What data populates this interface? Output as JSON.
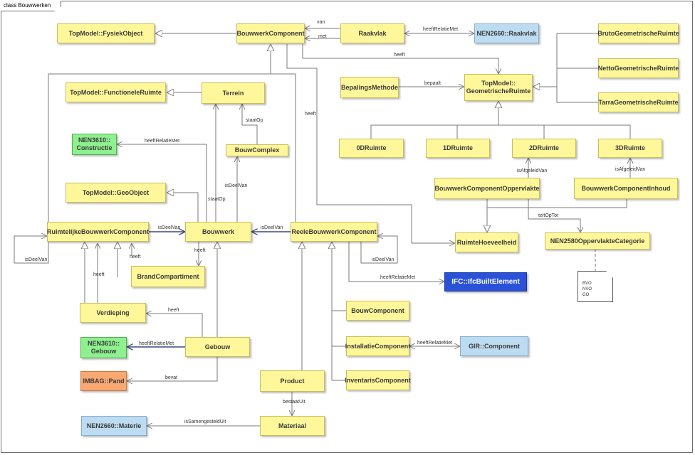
{
  "frame": {
    "title": "class Bouwwerken"
  },
  "classes": {
    "fysiek_object": "TopModel::FysiekObject",
    "bouwwerk_component": "BouwwerkComponent",
    "raakvlak": "Raakvlak",
    "nen2660_raakvlak": "NEN2660::Raakvlak",
    "bruto": "BrutoGeometrischeRuimte",
    "netto": "NettoGeometrischeRuimte",
    "tarra": "TarraGeometrischeRuimte",
    "functionele_ruimte": "TopModel::FunctioneleRuimte",
    "terrein": "Terrein",
    "bepalings_methode": "BepalingsMethode",
    "geometrische_ruimte": "TopModel::\nGeometrischeRuimte",
    "nen3610_constructie": "NEN3610::\nConstructie",
    "bouwcomplex": "BouwComplex",
    "ruimte_0d": "0DRuimte",
    "ruimte_1d": "1DRuimte",
    "ruimte_2d": "2DRuimte",
    "ruimte_3d": "3DRuimte",
    "geo_object": "TopModel::GeoObject",
    "bc_oppervlakte": "BouwwerkComponentOppervlakte",
    "bc_inhoud": "BouwwerkComponentInhoud",
    "ruimtelijke_bc": "RuimtelijkeBouwwerkComponent",
    "bouwwerk": "Bouwwerk",
    "reele_bc": "ReeleBouwwerkComponent",
    "ruimte_hoeveelheid": "RuimteHoeveelheid",
    "nen2580": "NEN2580OppervlakteCategorie",
    "brand_compartiment": "BrandCompartiment",
    "ifc_built_element": "IFC::IfcBuiltElement",
    "verdieping": "Verdieping",
    "bouw_component": "BouwComponent",
    "nen3610_gebouw": "NEN3610::\nGebouw",
    "gebouw": "Gebouw",
    "installatie_component": "InstallatieComponent",
    "gir_component": "GIR::Component",
    "imbag_pand": "IMBAG::Pand",
    "product": "Product",
    "inventaris_component": "InventarisComponent",
    "nen2660_materie": "NEN2660::Materie",
    "materiaal": "Materiaal"
  },
  "labels": {
    "van": "van",
    "met": "met",
    "heeft_relatie_met_1": "heeftRelatieMet",
    "heeft_1": "heeft",
    "bepaalt": "bepaalt",
    "heeft_2": "heeft",
    "staat_op_1": "staatOp",
    "heeft_relatie_met_2": "heeftRelatieMet",
    "is_deel_van_1": "isDeelVan",
    "is_afgeleid_van_1": "isAfgeleidVan",
    "is_afgeleid_van_2": "isAfgeleidVan",
    "staat_op_2": "staatOp",
    "telt_op_tot": "teltOpTot",
    "is_deel_van_2": "isDeelVan",
    "is_deel_van_3": "isDeelVan",
    "heeft_3": "heeft",
    "heeft_4": "heeft",
    "is_deel_van_4": "isDeelVan",
    "is_deel_van_5": "isDeelVan",
    "heeft_relatie_met_3": "heeftRelatieMet",
    "heeft_5": "heeft",
    "heeft_6": "heeft",
    "heeft_relatie_met_4": "heeftRelatieMet",
    "heeft_relatie_met_5": "heeftRelatieMet",
    "bevat": "bevat",
    "bestaat_uit": "bestaatUit",
    "is_samengesteld_uit": "isSamengesteldUit"
  },
  "note": {
    "line1": "BVO",
    "line2": "NVO",
    "line3": "GO"
  },
  "colors": {
    "class_fill": "#fff79a",
    "external_fill": "#bddcf2",
    "nen3610_fill": "#8ef08e",
    "imbag_fill": "#f8a870",
    "ifc_fill": "#2a52d8",
    "line": "#7a7a7a"
  }
}
